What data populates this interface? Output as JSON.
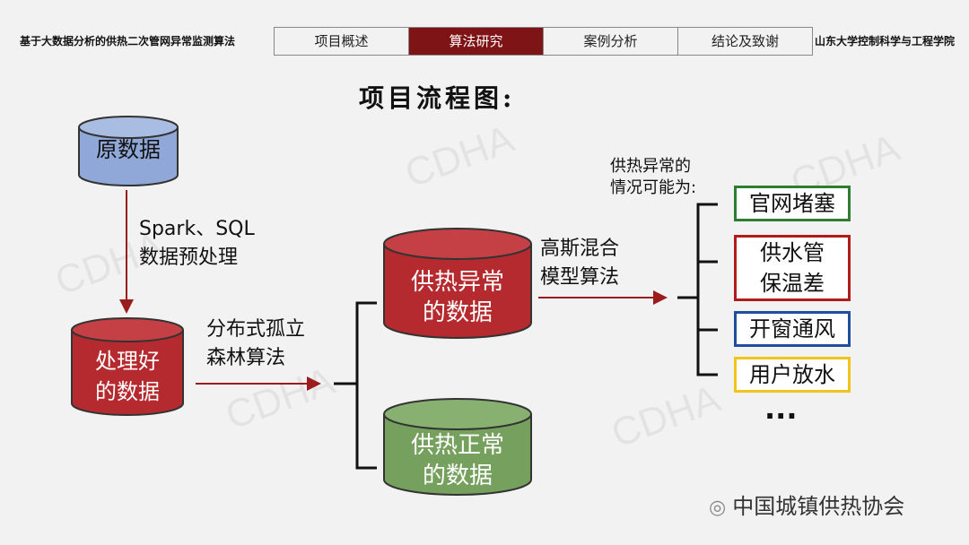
{
  "header": {
    "left_title": "基于大数据分析的供热二次管网异常监测算法",
    "right_title": "山东大学控制科学与工程学院",
    "tabs": [
      {
        "label": "项目概述"
      },
      {
        "label": "算法研究",
        "active": true
      },
      {
        "label": "案例分析"
      },
      {
        "label": "结论及致谢"
      }
    ]
  },
  "page_title": "项目流程图:",
  "nodes": {
    "raw": "原数据",
    "processed": [
      "处理好",
      "的数据"
    ],
    "abnormal": [
      "供热异常",
      "的数据"
    ],
    "normal": [
      "供热正常",
      "的数据"
    ]
  },
  "edges": {
    "preprocess": [
      "Spark、SQL",
      "数据预处理"
    ],
    "iforest": [
      "分布式孤立",
      "森林算法"
    ],
    "gmm": [
      "高斯混合",
      "模型算法"
    ]
  },
  "causes_title": [
    "供热异常的",
    "情况可能为:"
  ],
  "causes": [
    {
      "label": "官网堵塞",
      "color": "#2e7d32"
    },
    {
      "label": "供水管\n保温差",
      "lines": [
        "供水管",
        "保温差"
      ],
      "color": "#b01c1c"
    },
    {
      "label": "开窗通风",
      "color": "#1f4e9e"
    },
    {
      "label": "用户放水",
      "color": "#f0c419"
    }
  ],
  "ellipsis": "...",
  "watermark": "CDHA",
  "footer": "中国城镇供热协会",
  "colors": {
    "accent": "#7f1416",
    "blue": "#8fa8d8",
    "red": "#b52a2e",
    "green": "#76a05e"
  }
}
